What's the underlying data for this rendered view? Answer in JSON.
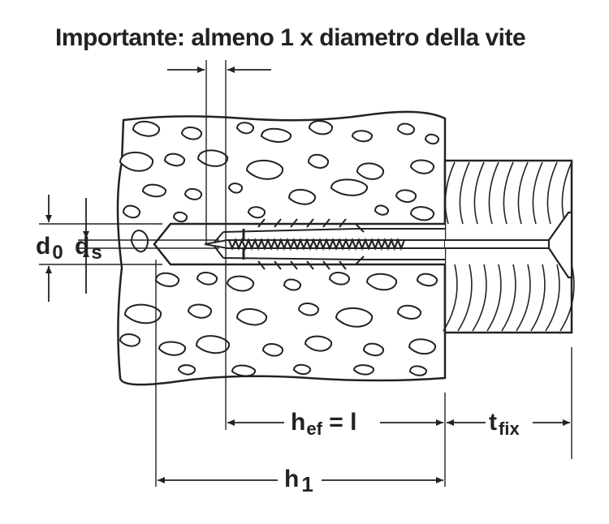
{
  "title": "Importante: almeno 1 x diametro della vite",
  "labels": {
    "d0_base": "d",
    "d0_sub": "0",
    "ds_base": "d",
    "ds_sub": "s",
    "hef_base": "h",
    "hef_sub": "ef",
    "hef_tail": " = l",
    "tfix_base": "t",
    "tfix_sub": "fix",
    "h1_base": "h",
    "h1_sub": "1"
  },
  "colors": {
    "line": "#222222",
    "fill": "#ffffff"
  }
}
